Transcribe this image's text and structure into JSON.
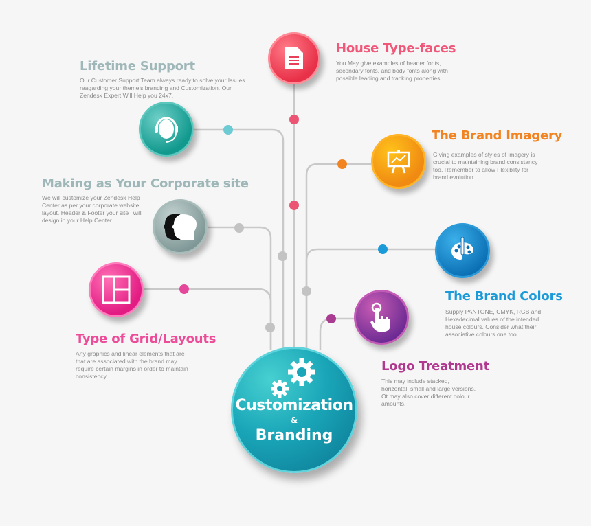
{
  "center": {
    "line1": "Customization",
    "line2": "&",
    "line3": "Branding",
    "icon": "gears-icon"
  },
  "items": [
    {
      "id": "house-typefaces",
      "title": "House Type-faces",
      "color": "#f0587a",
      "icon": "document-icon",
      "desc": [
        "You May give examples of header fonts,",
        "secondary fonts, and body fonts along with",
        "possible leading and tracking properties."
      ]
    },
    {
      "id": "lifetime-support",
      "title": "Lifetime Support",
      "color": "#9fb7b8",
      "icon": "headset-icon",
      "desc": [
        "Our Customer Support Team always ready to solve your Issues",
        "reagarding your theme's branding and Customization. Our",
        "Zendesk Expert Will Help you 24x7."
      ]
    },
    {
      "id": "brand-imagery",
      "title": "The Brand Imagery",
      "color": "#f28321",
      "icon": "presentation-chart-icon",
      "desc": [
        "Giving examples of styles of imagery is",
        "crucial to maintaining brand consistancy",
        "too. Remember to allow Flexiblity for",
        "brand evolution."
      ]
    },
    {
      "id": "corporate-site",
      "title": "Making as Your Corporate site",
      "color": "#9fb7b8",
      "icon": "faces-profile-icon",
      "desc": [
        "We will customize your Zendesk Help",
        "Center as per your corporate website",
        "layout. Header & Footer your site i will",
        "design in your Help Center."
      ]
    },
    {
      "id": "brand-colors",
      "title": "The Brand Colors",
      "color": "#1a9ad9",
      "icon": "palette-icon",
      "desc": [
        "Supply PANTONE, CMYK, RGB and",
        "Hexadecimal values of the intended",
        "house colours. Consider what their",
        "associative colours one too."
      ]
    },
    {
      "id": "grid-layouts",
      "title": "Type of Grid/Layouts",
      "color": "#ec4c98",
      "icon": "grid-layout-icon",
      "desc": [
        "Any graphics and linear elements that are",
        "that are associated with the brand may",
        "require certain margins in order to maintain",
        "consistency."
      ]
    },
    {
      "id": "logo-treatment",
      "title": "Logo Treatment",
      "color": "#b0388f",
      "icon": "touch-hand-icon",
      "desc": [
        "This may include stacked,",
        "horizontal, small and large versions.",
        "Ot may also cover different colour",
        "amounts."
      ]
    }
  ]
}
